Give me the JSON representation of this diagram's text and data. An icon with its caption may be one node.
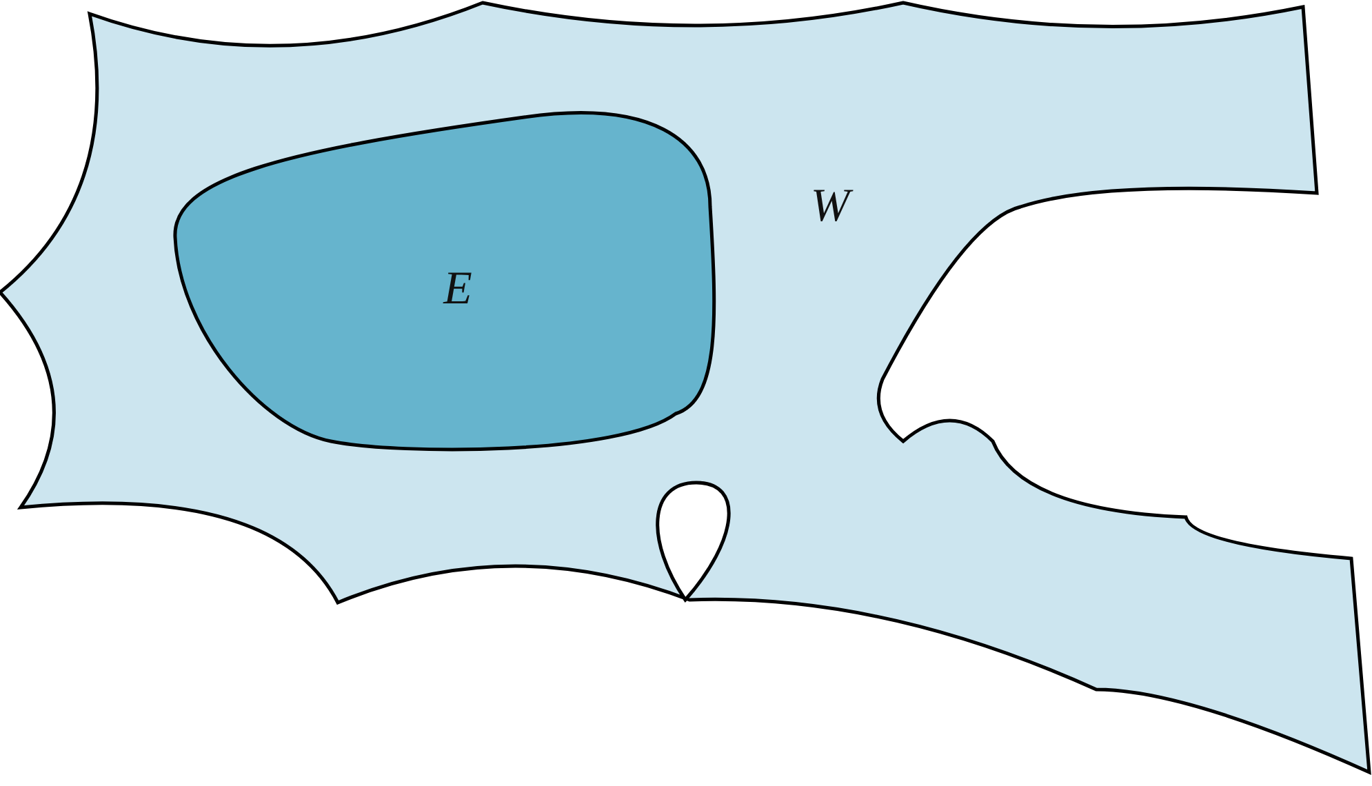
{
  "diagram": {
    "nodes": [
      {
        "text": [
          "W"
        ]
      },
      {
        "text": [
          "E"
        ],
        "in": 0
      }
    ]
  }
}
